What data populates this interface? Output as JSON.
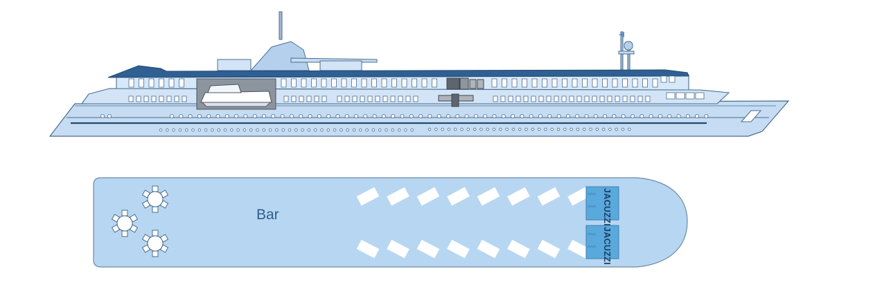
{
  "deck_plan": {
    "area_label": "Bar",
    "jacuzzi_labels": [
      "JACUZZI",
      "JACUZZI"
    ],
    "sunbeds_per_row": 8,
    "tables_count": 3
  },
  "colors": {
    "hull_fill": "#c5dcf3",
    "hull_stroke": "#4a6c8e",
    "roof": "#2f5f93",
    "deck_fill": "#b7d6f1",
    "jacuzzi": "#5aa9dc",
    "window_fill": "#ffffff",
    "text": "#2e5f8c"
  }
}
